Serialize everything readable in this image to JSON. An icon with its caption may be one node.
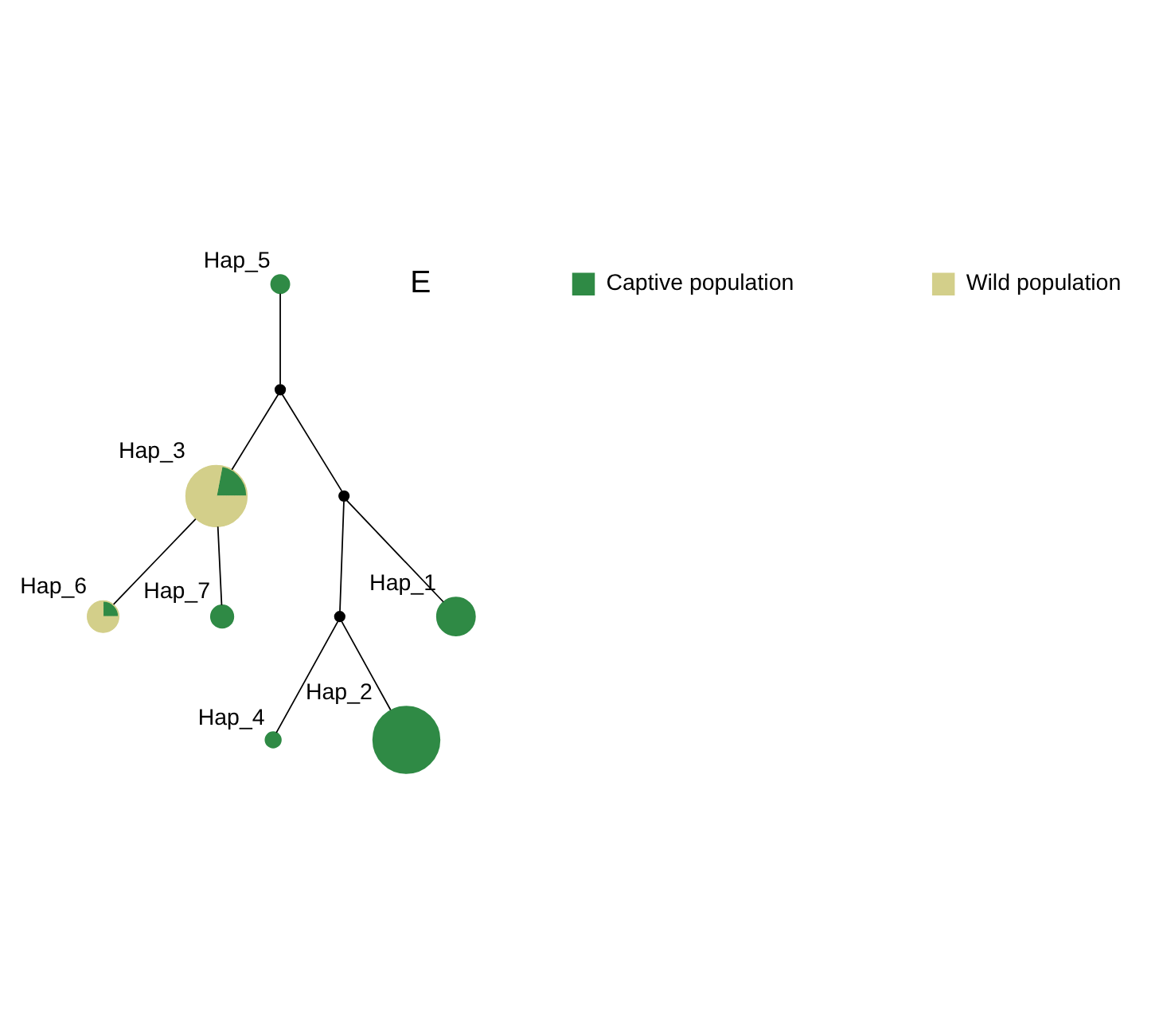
{
  "diagram": {
    "nodes": [
      {
        "text": [],
        "shape": "circle",
        "beside": [
          "Hap_5"
        ]
      },
      {
        "text": [],
        "shape": "circle"
      },
      {
        "text": [],
        "shape": "circle",
        "beside": [
          "Hap_3"
        ]
      },
      {
        "text": [],
        "shape": "circle",
        "beside": [
          "Hap_6"
        ]
      },
      {
        "text": [],
        "shape": "circle",
        "beside": [
          "Hap_4"
        ]
      },
      {
        "text": [],
        "shape": "circle",
        "beside": [
          "Hap_7"
        ]
      },
      {
        "text": [],
        "shape": "circle"
      },
      {
        "text": [],
        "shape": "circle"
      },
      {
        "text": [],
        "shape": "circle",
        "beside": [
          "Hap_1"
        ]
      },
      {
        "text": [],
        "shape": "circle",
        "beside": [
          "Hap_2"
        ]
      }
    ],
    "edges": [
      {
        "from": 0,
        "to": 1,
        "arrow": "none"
      },
      {
        "from": 1,
        "to": 2,
        "arrow": "none"
      },
      {
        "from": 2,
        "to": 3,
        "arrow": "none"
      },
      {
        "from": 2,
        "to": 5,
        "arrow": "none"
      },
      {
        "from": 1,
        "to": 6,
        "arrow": "none"
      },
      {
        "from": 6,
        "to": 8,
        "arrow": "none"
      },
      {
        "from": 6,
        "to": 7,
        "arrow": "none"
      },
      {
        "from": 7,
        "to": 4,
        "arrow": "none"
      },
      {
        "from": 7,
        "to": 9,
        "arrow": "none"
      }
    ],
    "labels": [
      "E"
    ],
    "legend": [
      {
        "text": "Captive population",
        "color": "#2f8a45"
      },
      {
        "text": "Wild population",
        "color": "#d3cf8a"
      }
    ]
  }
}
